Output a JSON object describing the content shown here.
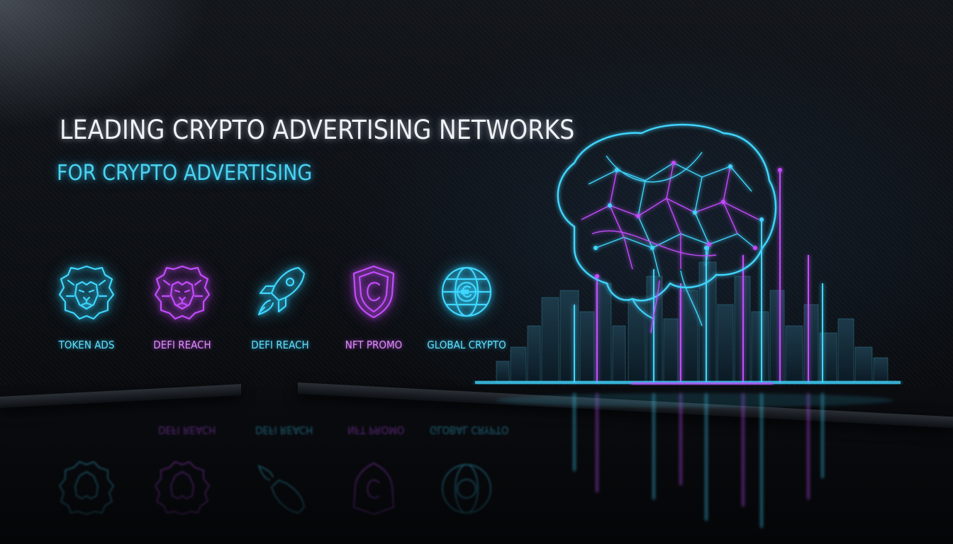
{
  "hero": {
    "title": "LEADING CRYPTO ADVERTISING NETWORKS",
    "subtitle": "FOR CRYPTO ADVERTISING"
  },
  "features": [
    {
      "label": "TOKEN ADS",
      "icon": "lion-head-icon",
      "color": "#3fd6ff"
    },
    {
      "label": "DEFI REACH",
      "icon": "lion-head-icon",
      "color": "#c44cff"
    },
    {
      "label": "DEFI REACH",
      "icon": "rocket-icon",
      "color": "#3fd6ff"
    },
    {
      "label": "NFT PROMO",
      "icon": "shield-c-icon",
      "color": "#c44cff"
    },
    {
      "label": "GLOBAL CRYPTO",
      "icon": "globe-icon",
      "color": "#3fd6ff"
    }
  ],
  "colors": {
    "background": "#0b0e12",
    "cyan_glow": "#3fd6ff",
    "magenta_glow": "#c44cff",
    "title_white": "#eef2f6"
  }
}
